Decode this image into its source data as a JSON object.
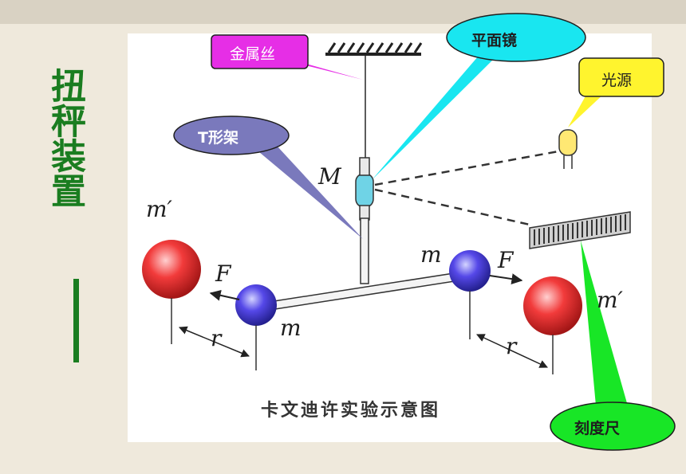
{
  "title": "扭秤装置",
  "callouts": {
    "wire": "金属丝",
    "mirror": "平面镜",
    "light": "光源",
    "frame": "T形架",
    "scale": "刻度尺"
  },
  "labels": {
    "M": "M",
    "m_prime_left": "m′",
    "m_prime_right": "m′",
    "m_left": "m",
    "m_right": "m",
    "F_left": "F",
    "F_right": "F",
    "r_left": "r",
    "r_right": "r"
  },
  "caption": "卡文迪许实验示意图"
}
